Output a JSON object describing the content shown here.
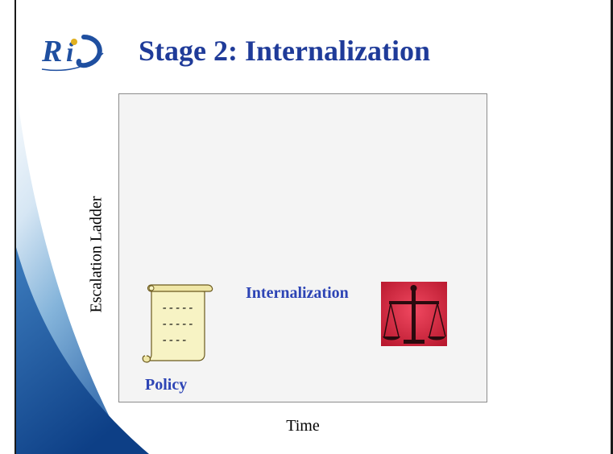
{
  "slide": {
    "title": "Stage 2: Internalization",
    "logo_text": "RiD"
  },
  "diagram": {
    "y_axis_label": "Escalation Ladder",
    "x_axis_label": "Time",
    "policy_label": "Policy",
    "internalization_label": "Internalization",
    "scroll_lines": [
      "- - - - -",
      "- - - - -",
      "- - - -"
    ]
  },
  "colors": {
    "title": "#1f3b99",
    "label_blue": "#2d44b5",
    "plot_background": "#f4f4f4",
    "scale_background": "#d6243f",
    "scroll_paper": "#f7f3c4"
  },
  "icons": {
    "logo": "rid-logo-icon",
    "policy": "scroll-icon",
    "internalization": "balance-scale-icon"
  }
}
